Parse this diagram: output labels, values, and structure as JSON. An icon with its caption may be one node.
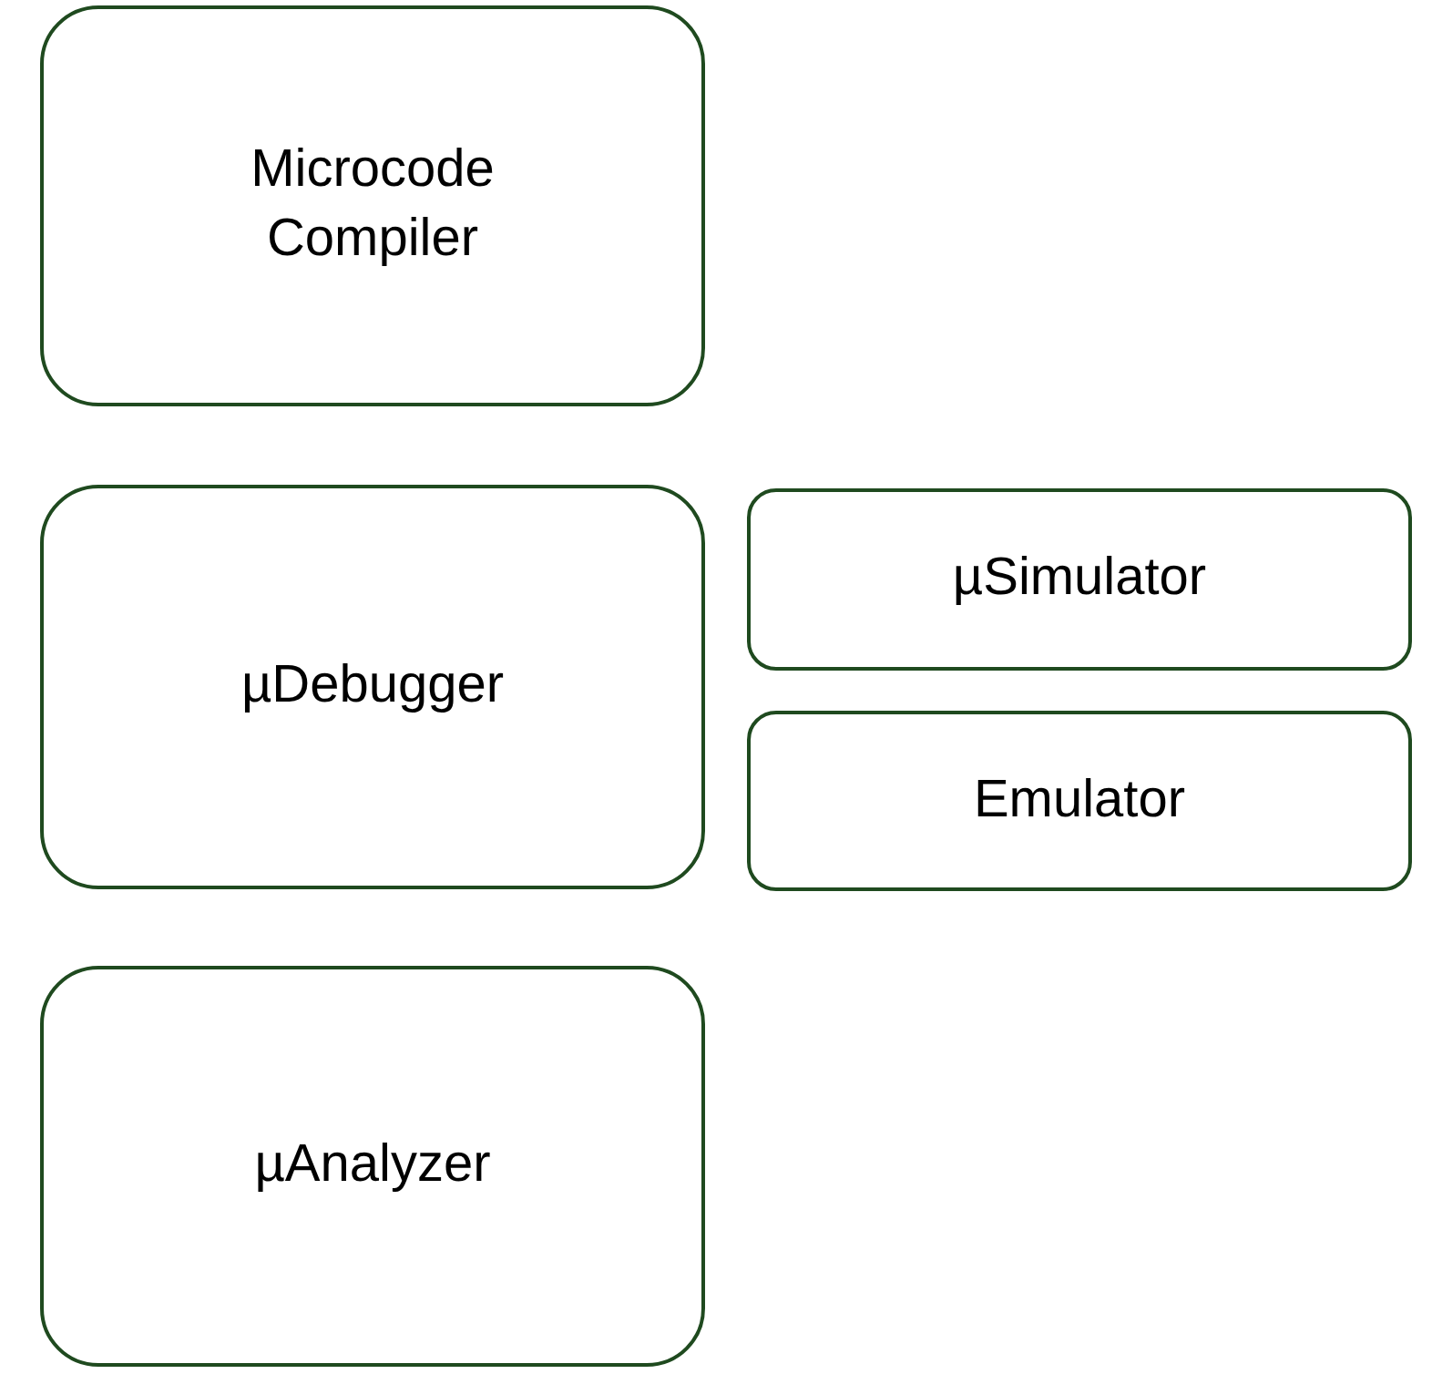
{
  "diagram": {
    "nodes": [
      {
        "text": [
          "Microcode Compiler"
        ]
      },
      {
        "text": [
          "µDebugger"
        ]
      },
      {
        "text": [
          "µSimulator"
        ]
      },
      {
        "text": [
          "Emulator"
        ]
      },
      {
        "text": [
          "µAnalyzer"
        ]
      }
    ]
  }
}
